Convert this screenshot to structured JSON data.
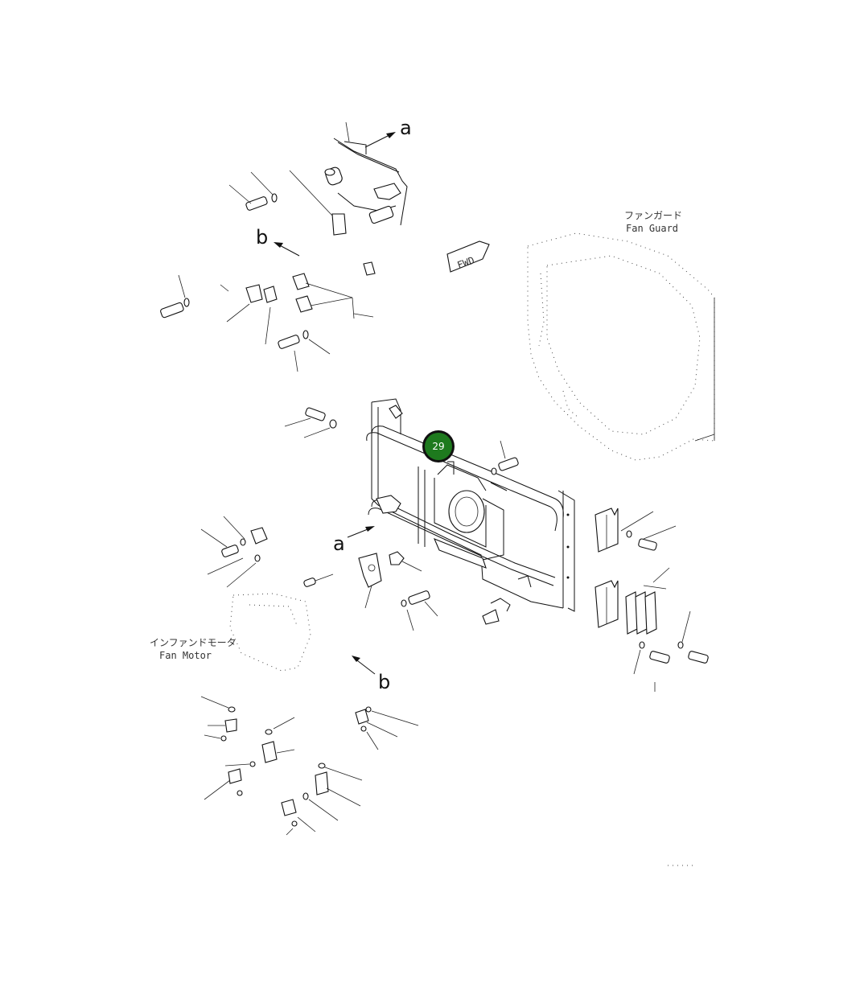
{
  "view_labels": {
    "a_top": "a",
    "b_top": "b",
    "a_mid": "a",
    "b_bottom": "b"
  },
  "arrow_tag": "FWD",
  "fan_guard": {
    "jp": "ファンガード",
    "en": "Fan Guard"
  },
  "fan_motor": {
    "jp": "インファンドモータ",
    "en": "Fan Motor"
  },
  "callout": {
    "number": "29",
    "color": "#1e7a1e"
  }
}
